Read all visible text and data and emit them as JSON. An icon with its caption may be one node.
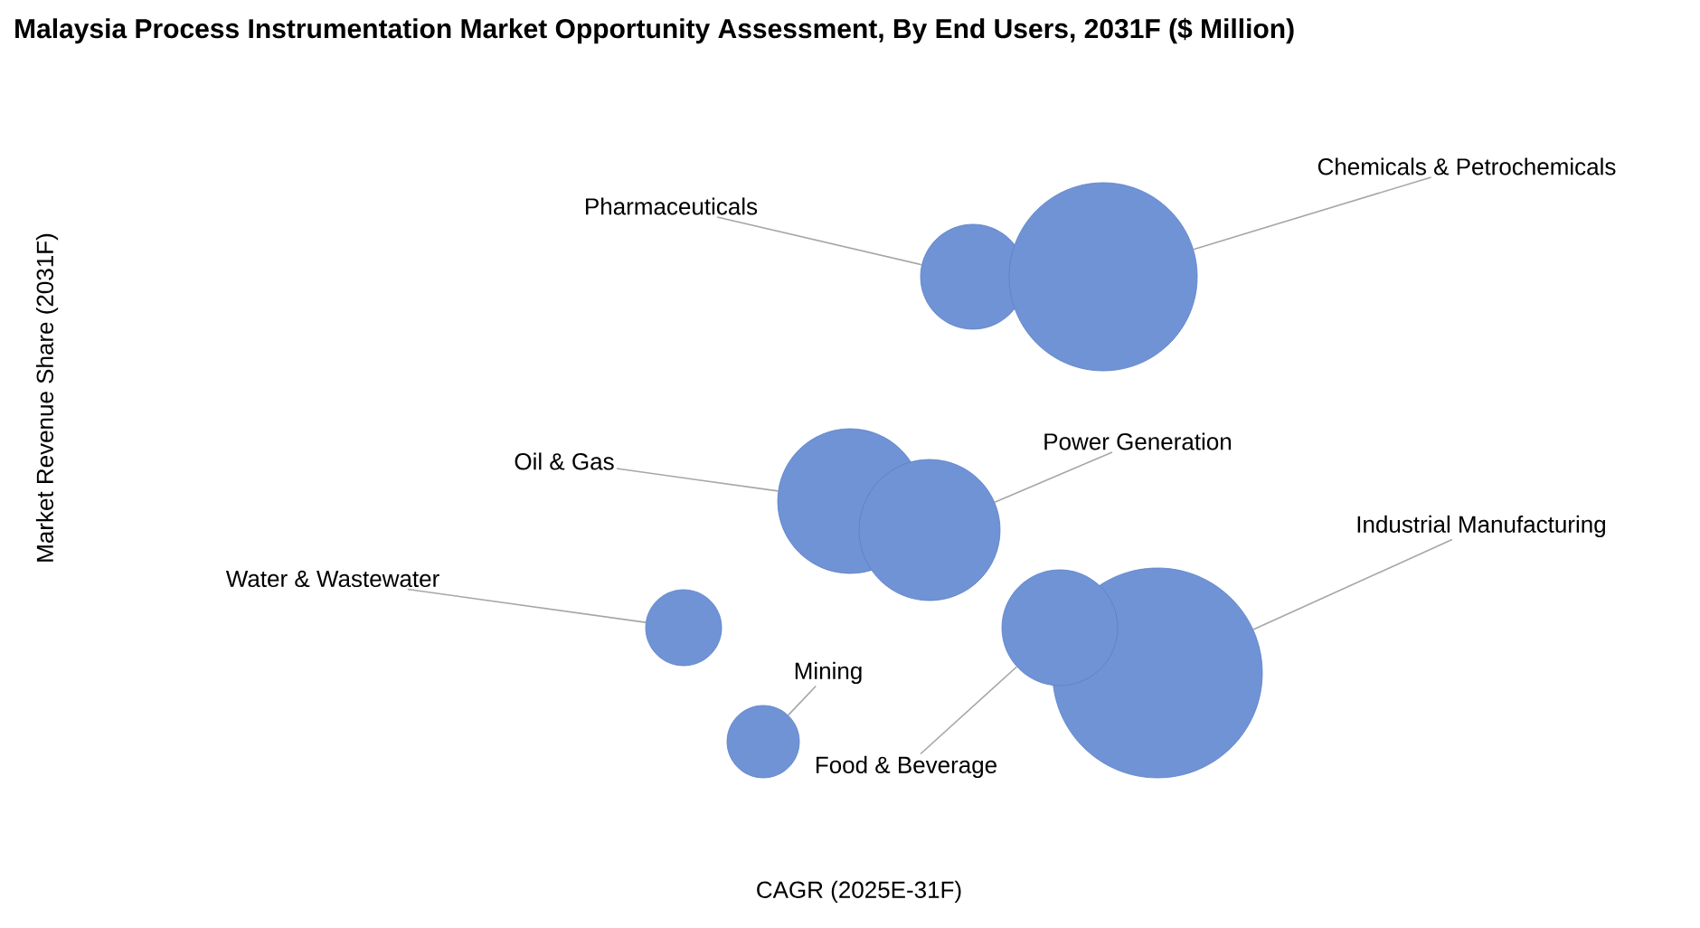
{
  "diagram": {
    "title": "Malaysia Process Instrumentation Market Opportunity Assessment, By End Users, 2031F ($ Million)",
    "nodes": [
      {
        "text": [
          "Pharmaceuticals"
        ]
      },
      {
        "text": [],
        "shape": "circle"
      },
      {
        "text": [
          "Chemicals & Petrochemicals"
        ]
      },
      {
        "text": [],
        "shape": "circle"
      },
      {
        "text": [
          "Oil & Gas"
        ]
      },
      {
        "text": [],
        "shape": "circle"
      },
      {
        "text": [
          "Power Generation"
        ]
      },
      {
        "text": [],
        "shape": "circle"
      },
      {
        "text": [
          "Industrial Manufacturing"
        ]
      },
      {
        "text": [],
        "shape": "circle"
      },
      {
        "text": [
          "Water & Wastewater"
        ]
      },
      {
        "text": [],
        "shape": "circle"
      },
      {
        "text": [
          "Mining"
        ]
      },
      {
        "text": [],
        "shape": "circle"
      },
      {
        "text": [
          "Food & Beverage"
        ]
      },
      {
        "text": [],
        "shape": "circle"
      }
    ],
    "edges": [
      {
        "from": 0,
        "to": 1,
        "arrow": "none"
      },
      {
        "from": 2,
        "to": 3,
        "arrow": "none"
      },
      {
        "from": 4,
        "to": 5,
        "arrow": "none"
      },
      {
        "from": 6,
        "to": 7,
        "arrow": "none"
      },
      {
        "from": 8,
        "to": 9,
        "arrow": "none"
      },
      {
        "from": 10,
        "to": 11,
        "arrow": "none"
      },
      {
        "from": 12,
        "to": 13,
        "arrow": "none"
      },
      {
        "from": 14,
        "to": 15,
        "arrow": "none"
      }
    ],
    "labels": [
      "Market Revenue Share (2031F)",
      "CAGR (2025E-31F)"
    ]
  }
}
